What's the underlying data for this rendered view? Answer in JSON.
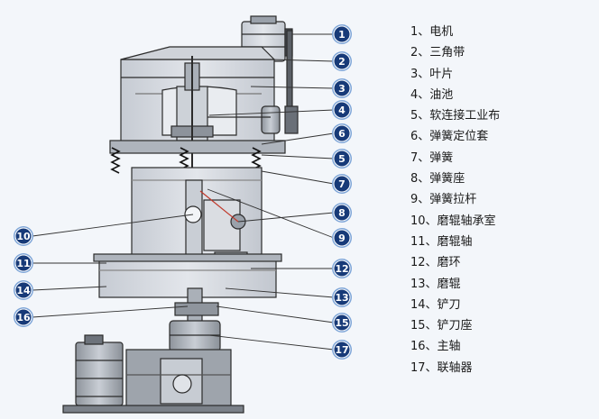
{
  "parts": [
    {
      "num": "1",
      "label": "1、电机"
    },
    {
      "num": "2",
      "label": "2、三角带"
    },
    {
      "num": "3",
      "label": "3、叶片"
    },
    {
      "num": "4",
      "label": "4、油池"
    },
    {
      "num": "5",
      "label": "5、软连接工业布"
    },
    {
      "num": "6",
      "label": "6、弹簧定位套"
    },
    {
      "num": "7",
      "label": "7、弹簧"
    },
    {
      "num": "8",
      "label": "8、弹簧座"
    },
    {
      "num": "9",
      "label": "9、弹簧拉杆"
    },
    {
      "num": "10",
      "label": "10、磨辊轴承室"
    },
    {
      "num": "11",
      "label": "11、磨辊轴"
    },
    {
      "num": "12",
      "label": "12、磨环"
    },
    {
      "num": "13",
      "label": "13、磨辊"
    },
    {
      "num": "14",
      "label": "14、铲刀"
    },
    {
      "num": "15",
      "label": "15、铲刀座"
    },
    {
      "num": "16",
      "label": "16、主轴"
    },
    {
      "num": "17",
      "label": "17、联轴器"
    }
  ],
  "colors": {
    "callout_fill": "#173a78",
    "callout_ring": "#7fa6d8",
    "machine_body": "#d7dbe1",
    "machine_shade": "#b9bec6",
    "line": "#2b2b2b",
    "accent_red": "#c0392b"
  }
}
